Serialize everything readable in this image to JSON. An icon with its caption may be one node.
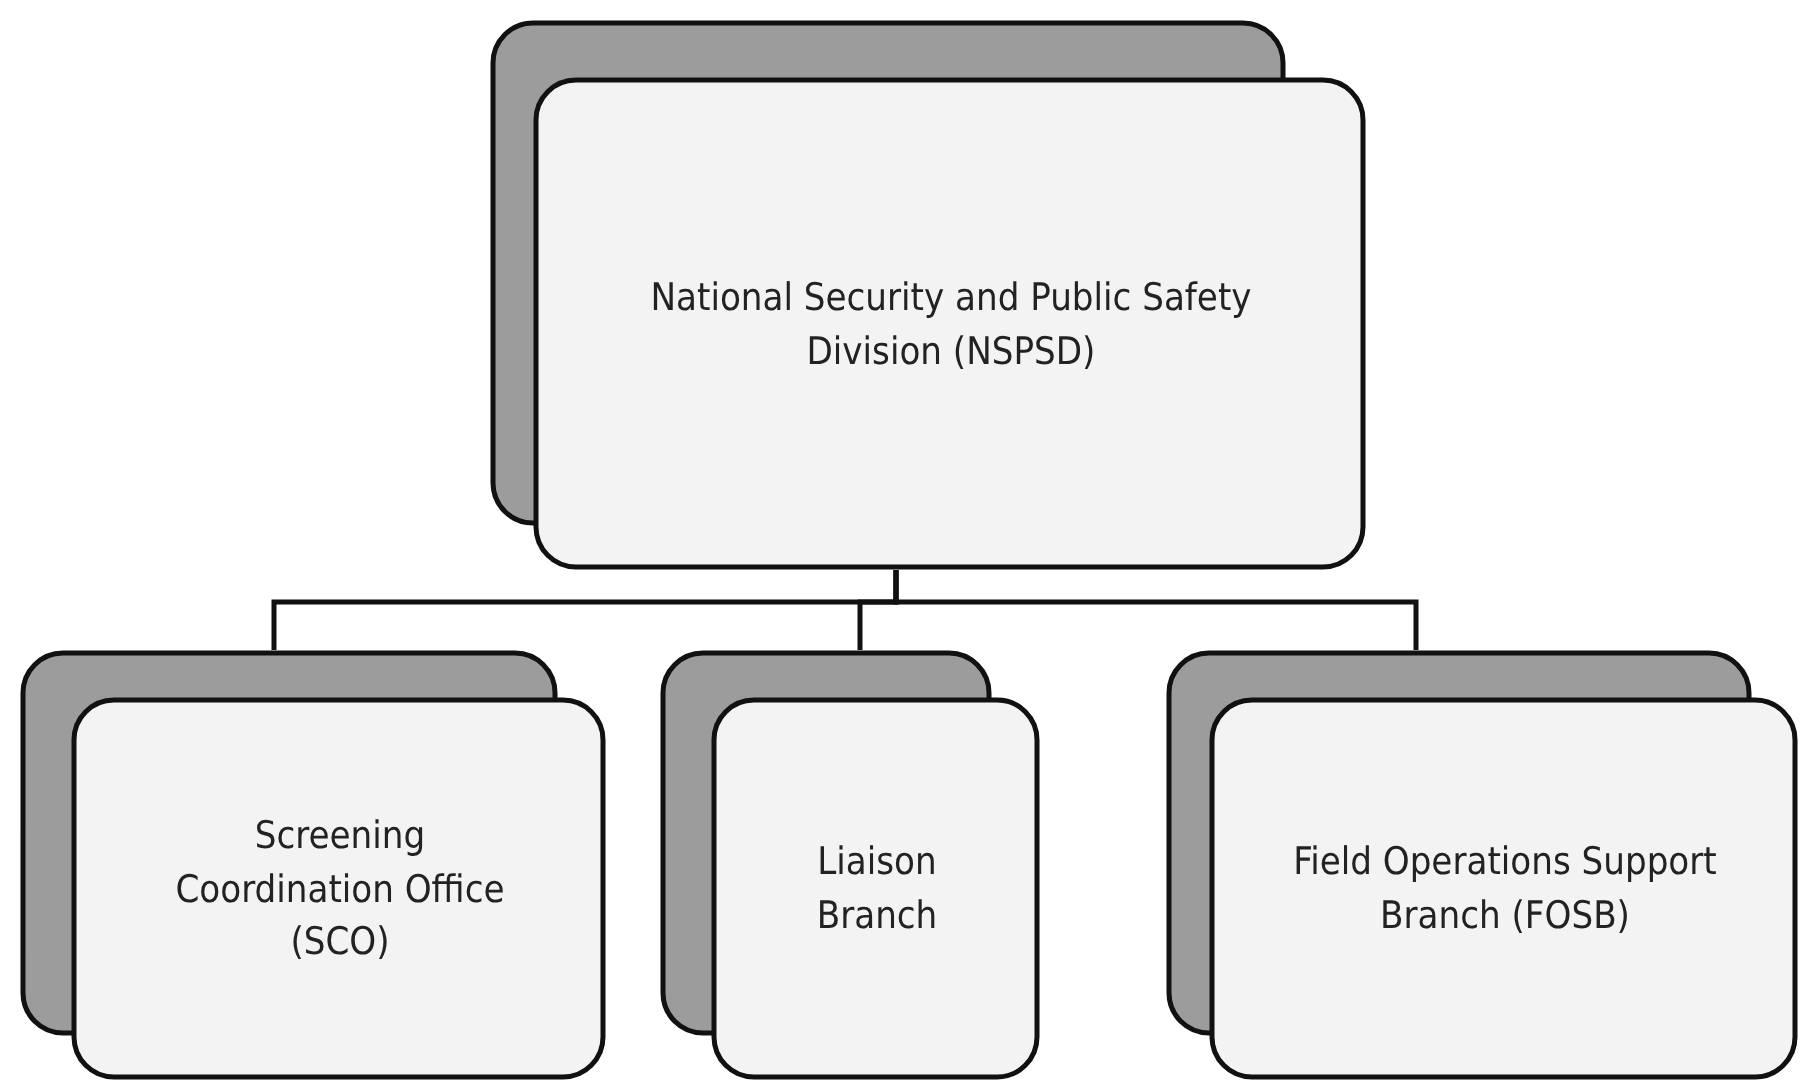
{
  "diagram": {
    "nodes": [
      {
        "text": [
          "National Security and Public Safety Division (NSPSD)"
        ]
      },
      {
        "text": [
          "Screening Coordination Office (SCO)"
        ]
      },
      {
        "text": [
          "Liaison Branch"
        ]
      },
      {
        "text": [
          "Field Operations Support Branch (FOSB)"
        ]
      }
    ],
    "edges": [
      {
        "from": 0,
        "to": 1,
        "arrow": "none"
      },
      {
        "from": 0,
        "to": 2,
        "arrow": "none"
      },
      {
        "from": 0,
        "to": 3,
        "arrow": "none"
      }
    ]
  }
}
